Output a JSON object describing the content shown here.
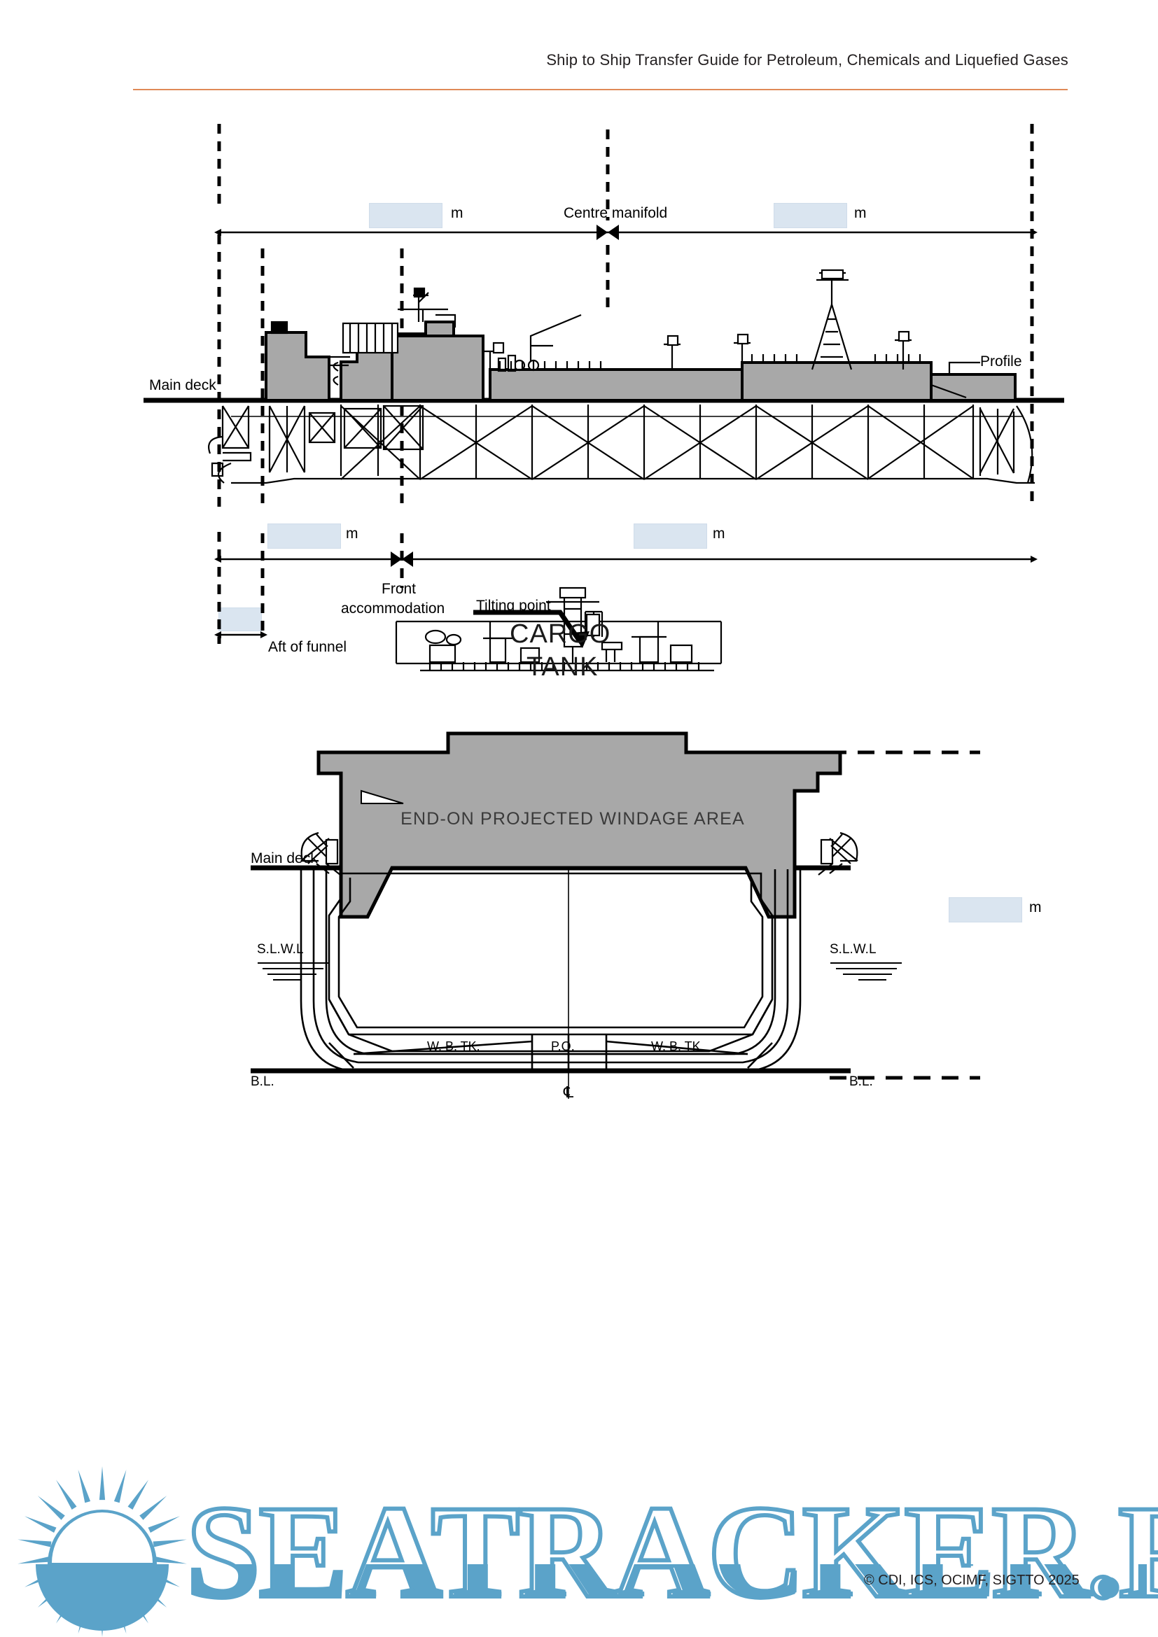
{
  "header": {
    "title": "Ship to Ship Transfer Guide for Petroleum, Chemicals and Liquefied Gases",
    "rule_color": "#e08a57"
  },
  "figures": {
    "profile": {
      "name": "ship-profile-elevation",
      "labels": {
        "centre_manifold": "Centre manifold",
        "profile": "Profile",
        "main_deck": "Main deck",
        "front_accommodation_line1": "Front",
        "front_accommodation_line2": "accommodation",
        "aft_of_funnel": "Aft of funnel"
      },
      "dimension_fields": [
        {
          "id": "fwd-of-manifold-top",
          "value": "",
          "unit": "m"
        },
        {
          "id": "aft-of-manifold-top",
          "value": "",
          "unit": "m"
        },
        {
          "id": "aft-section-bottom",
          "value": "",
          "unit": "m"
        },
        {
          "id": "fwd-section-bottom",
          "value": "",
          "unit": "m"
        },
        {
          "id": "aft-of-funnel",
          "value": "",
          "unit": ""
        }
      ]
    },
    "section": {
      "name": "ship-end-on-section",
      "labels": {
        "tilting_point": "Tilting point",
        "windage_area": "END-ON PROJECTED WINDAGE AREA",
        "main_deck": "Main deck",
        "cargo_line1": "CARGO",
        "cargo_line2": "TANK",
        "slwl_port": "S.L.W.L",
        "slwl_stbd": "S.L.W.L",
        "baseline_port": "B.L.",
        "baseline_stbd": "B.L.",
        "wb_tank_port": "W.  B.   TK.",
        "wb_tank_stbd": "W.  B.   TK.",
        "pump_room": "P.O.",
        "centreline_symbol": "℄"
      },
      "dimension_fields": [
        {
          "id": "beam-or-height",
          "value": "",
          "unit": "m"
        }
      ],
      "windage_fill": "#a8a8a8"
    }
  },
  "watermark": {
    "text": "SEATRACKER.RU",
    "color": "#5ba3c9",
    "logo": "sunburst-icon"
  },
  "copyright": "© CDI, ICS, OCIMF, SIGTTO 2025",
  "colors": {
    "form_fill": "#dae5f0",
    "ship_fill": "#a8a8a8",
    "ink": "#000000",
    "accent_rule": "#e08a57"
  }
}
